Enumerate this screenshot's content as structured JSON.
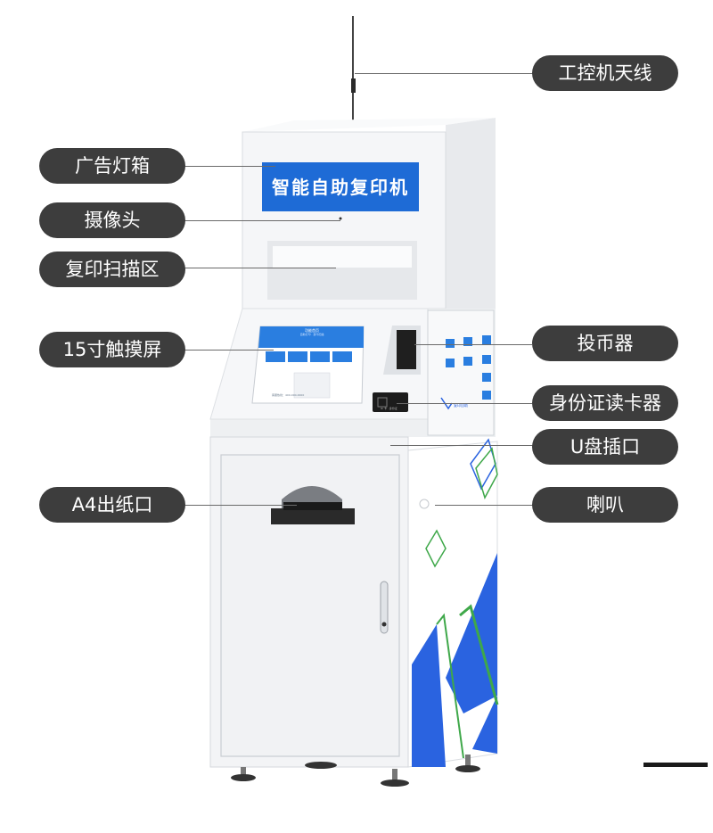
{
  "sign": {
    "text": "智能自助复印机"
  },
  "screen": {
    "title": "功能首页",
    "subtitle": "自助打印 · 复印扫描",
    "footer": "客服热线：400-000-0000"
  },
  "reader": {
    "small_text": "IC 卡 · 身份证"
  },
  "panel": {
    "brand_text": "复印自助"
  },
  "labels": {
    "antenna": "工控机天线",
    "lightbox": "广告灯箱",
    "camera": "摄像头",
    "scan_area": "复印扫描区",
    "touch_screen": "15寸触摸屏",
    "output_slot": "A4出纸口",
    "coin_acceptor": "投币器",
    "id_reader": "身份证读卡器",
    "usb_port": "U盘插口",
    "speaker": "喇叭"
  },
  "colors": {
    "label_bg": "#3d3d3d",
    "sign_blue": "#1e6bd6",
    "accent_blue": "#2a63e0",
    "accent_green": "#3fa84a",
    "body_white": "#f4f5f7"
  }
}
